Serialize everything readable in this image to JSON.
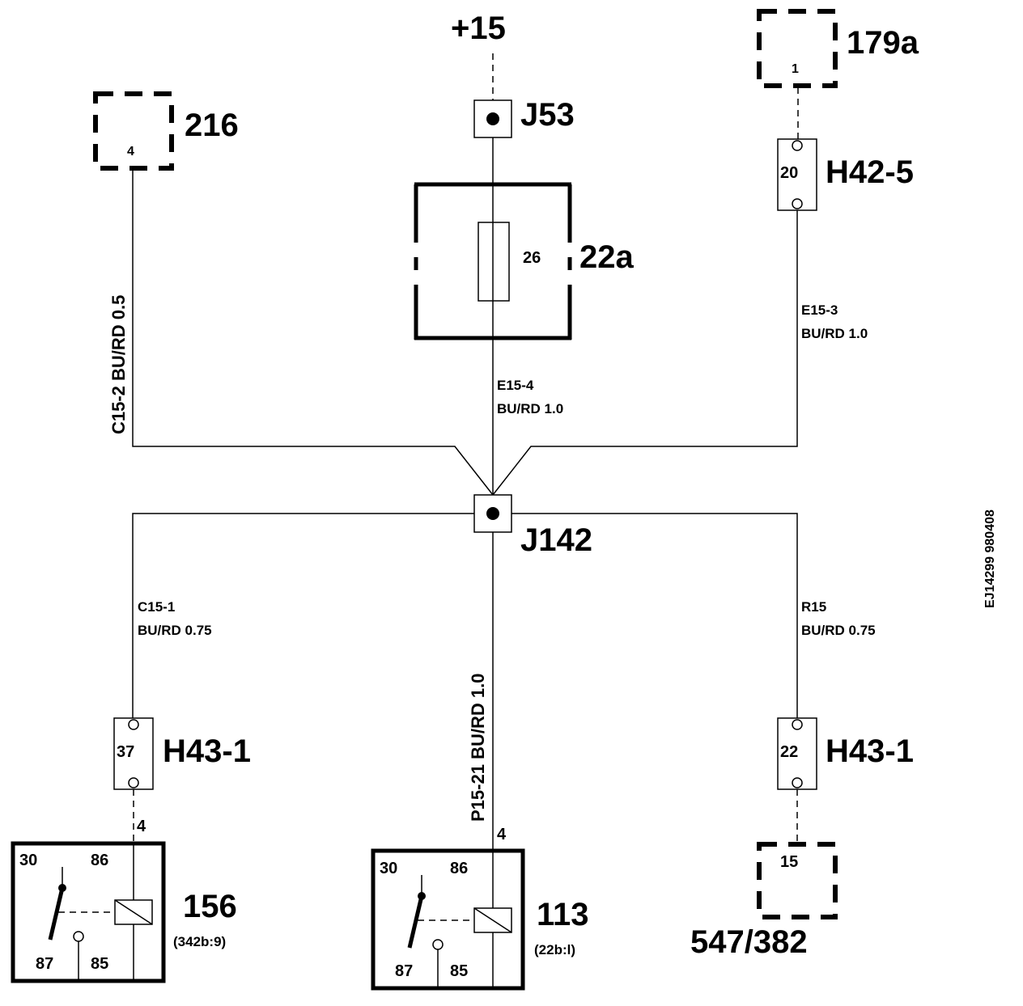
{
  "supply": {
    "label": "+15"
  },
  "components": {
    "c216": {
      "label": "216",
      "pin": "4"
    },
    "c179a": {
      "label": "179a",
      "pin": "1"
    },
    "j53": {
      "label": "J53"
    },
    "fuse_box": {
      "label": "22a",
      "fuse": "26"
    },
    "h42_5": {
      "label": "H42-5",
      "pin": "20"
    },
    "j142": {
      "label": "J142"
    },
    "h43_1_left": {
      "label": "H43-1",
      "pin": "37"
    },
    "h43_1_right": {
      "label": "H43-1",
      "pin": "22"
    },
    "relay_156": {
      "label": "156",
      "ref": "(342b:9)",
      "pins": [
        "30",
        "86",
        "87",
        "85"
      ],
      "in_pin": "4"
    },
    "relay_113": {
      "label": "113",
      "ref": "(22b:l)",
      "pins": [
        "30",
        "86",
        "87",
        "85"
      ],
      "in_pin": "4"
    },
    "c547": {
      "label": "547/382",
      "pin": "15"
    }
  },
  "wires": {
    "c15_2": {
      "text": "C15-2   BU/RD  0.5"
    },
    "e15_4": {
      "id": "E15-4",
      "spec": "BU/RD   1.0"
    },
    "e15_3": {
      "id": "E15-3",
      "spec": "BU/RD   1.0"
    },
    "c15_1": {
      "id": "C15-1",
      "spec": "BU/RD   0.75"
    },
    "r15": {
      "id": "R15",
      "spec": "BU/RD   0.75"
    },
    "p15_21": {
      "text": "P15-21   BU/RD  1.0"
    }
  },
  "doc_code": "EJ14299 980408"
}
